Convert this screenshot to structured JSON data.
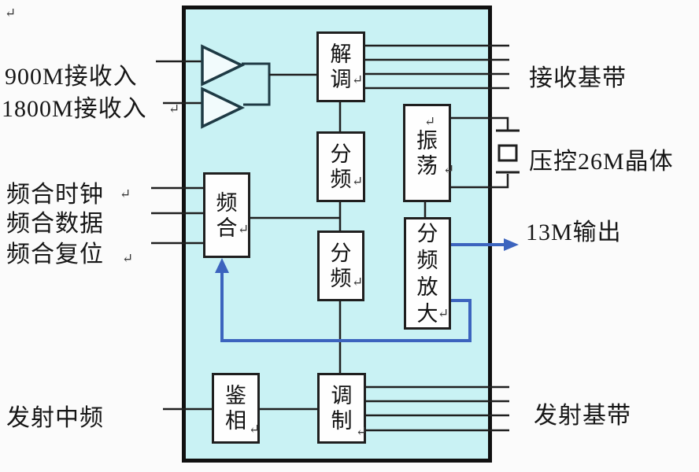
{
  "io_labels": {
    "left": {
      "rx_900m": "900M接收入",
      "rx_1800m": "1800M接收入",
      "synth_clock": "频合时钟",
      "synth_data": "频合数据",
      "synth_reset": "频合复位",
      "tx_if": "发射中频"
    },
    "right": {
      "rx_baseband": "接收基带",
      "vc_crystal": "压控26M晶体",
      "output_13m": "13M输出",
      "tx_baseband": "发射基带"
    }
  },
  "blocks": {
    "demodulator": {
      "label": "解调",
      "chars": [
        "解",
        "调"
      ]
    },
    "divider1": {
      "label": "分频",
      "chars": [
        "分",
        "频"
      ]
    },
    "oscillator": {
      "label": "振荡",
      "chars": [
        "振",
        "荡"
      ]
    },
    "synthesizer": {
      "label": "频合",
      "chars": [
        "频",
        "合"
      ]
    },
    "divider2": {
      "label": "分频",
      "chars": [
        "分",
        "频"
      ]
    },
    "div_amp": {
      "label": "分频放大",
      "chars": [
        "分",
        "频",
        "放",
        "大"
      ]
    },
    "phase_det": {
      "label": "鉴相",
      "chars": [
        "鉴",
        "相"
      ]
    },
    "modulator": {
      "label": "调制",
      "chars": [
        "调",
        "制"
      ]
    }
  },
  "marks": {
    "pilcrow": "↵"
  },
  "colors": {
    "chip_fill": "#c9f2f4",
    "chip_border": "#101010",
    "wire": "#1f1f1f",
    "signal_blue": "#3c64be",
    "block_fill": "#fefefe",
    "block_border": "#1f1f1f",
    "amp_stroke": "#1e3a44",
    "text": "#161616"
  }
}
